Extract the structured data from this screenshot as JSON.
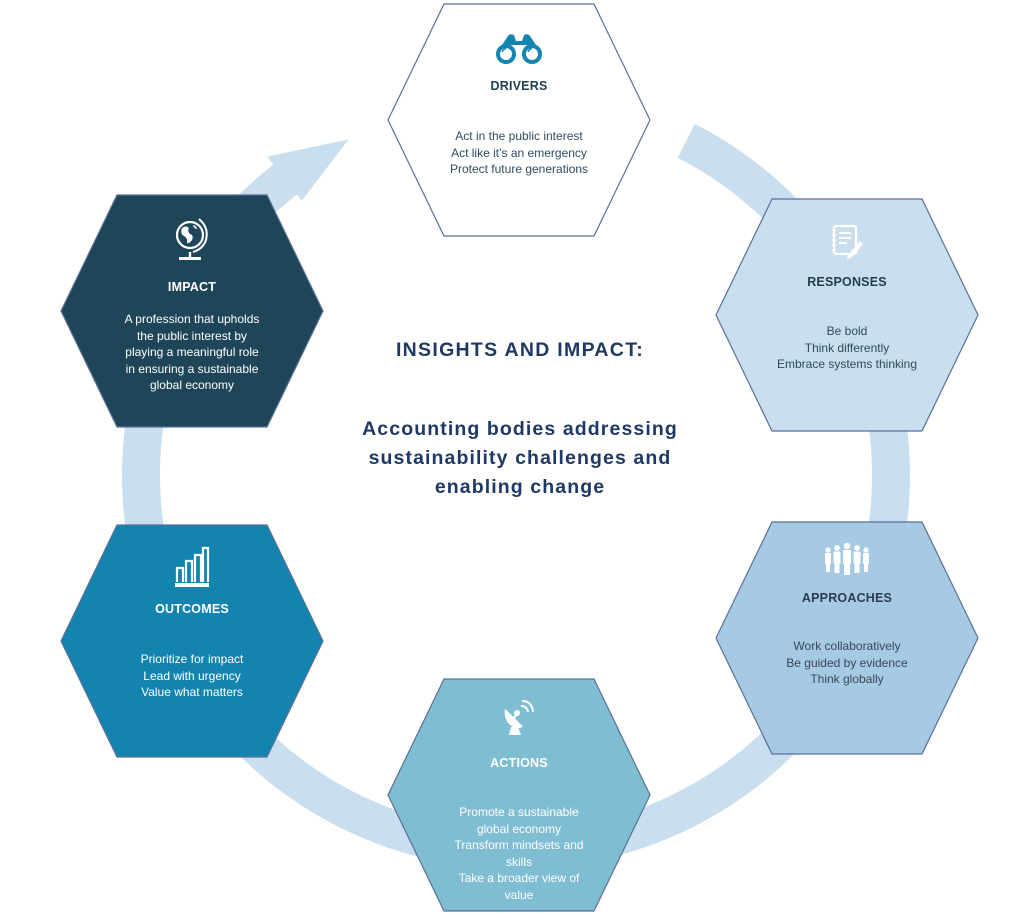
{
  "center": {
    "title": "INSIGHTS AND IMPACT:",
    "subtitle_lines": [
      "Accounting bodies addressing",
      "sustainability challenges and",
      "enabling change"
    ]
  },
  "colors": {
    "ring": "#c9deee",
    "hex_outline": "#5b6f96",
    "title_text": "#1f3864"
  },
  "hexagons": [
    {
      "id": "drivers",
      "title": "DRIVERS",
      "icon": "binoculars-icon",
      "fill": "#ffffff",
      "title_color": "#1f3e4f",
      "text_color": "#2e4c5e",
      "icon_color": "#1384b0",
      "lines": [
        "Act in the public interest",
        "Act like it’s an emergency",
        "Protect future generations"
      ]
    },
    {
      "id": "responses",
      "title": "RESPONSES",
      "icon": "notepad-pencil-icon",
      "fill": "#c9deee",
      "title_color": "#1f3e4f",
      "text_color": "#2e4c5e",
      "icon_color": "#ffffff",
      "lines": [
        "Be bold",
        "Think differently",
        "Embrace systems thinking"
      ]
    },
    {
      "id": "approaches",
      "title": "APPROACHES",
      "icon": "people-group-icon",
      "fill": "#a6cae3",
      "title_color": "#2f3a4f",
      "text_color": "#384658",
      "icon_color": "#ffffff",
      "lines": [
        "Work collaboratively",
        "Be guided by evidence",
        "Think globally"
      ]
    },
    {
      "id": "actions",
      "title": "ACTIONS",
      "icon": "satellite-dish-icon",
      "fill": "#7fbdd2",
      "title_color": "#ffffff",
      "text_color": "#ffffff",
      "icon_color": "#ffffff",
      "lines": [
        "Promote a sustainable",
        "global economy",
        "Transform mindsets and",
        "skills",
        "Take a broader view of",
        "value"
      ]
    },
    {
      "id": "outcomes",
      "title": "OUTCOMES",
      "icon": "bar-chart-icon",
      "fill": "#1384b0",
      "title_color": "#ffffff",
      "text_color": "#ffffff",
      "icon_color": "#ffffff",
      "lines": [
        "Prioritize for impact",
        "Lead with urgency",
        "Value what matters"
      ]
    },
    {
      "id": "impact",
      "title": "IMPACT",
      "icon": "globe-icon",
      "fill": "#1f4558",
      "title_color": "#ffffff",
      "text_color": "#ffffff",
      "icon_color": "#ffffff",
      "lines": [
        "A profession that upholds",
        "the public interest by",
        "playing a meaningful role",
        "in ensuring a sustainable",
        "global economy"
      ]
    }
  ]
}
